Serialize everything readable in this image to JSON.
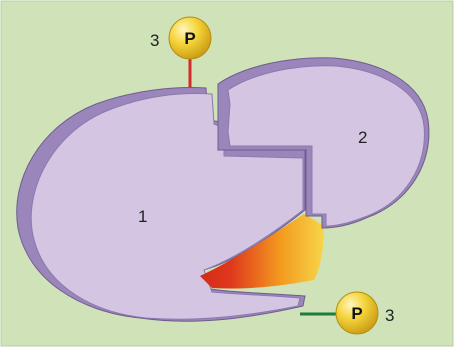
{
  "diagram": {
    "background_color": "#cfe2b8",
    "protein_fill": "#d4c6e2",
    "protein_shadow": "#9b86bc",
    "protein_edge": "#6f5c8e",
    "phospho_red_link": "#d42a2a",
    "phospho_green_link": "#1e7a3e",
    "p_ball_color": "#f2cf2e",
    "labels": {
      "domain_1": "1",
      "domain_2": "2",
      "phosphate_top_number": "3",
      "phosphate_bottom_number": "3",
      "phosphate_top_letter": "P",
      "phosphate_bottom_letter": "P"
    },
    "icons": [
      "phosphate-ball-icon",
      "phosphate-ball-icon"
    ]
  }
}
